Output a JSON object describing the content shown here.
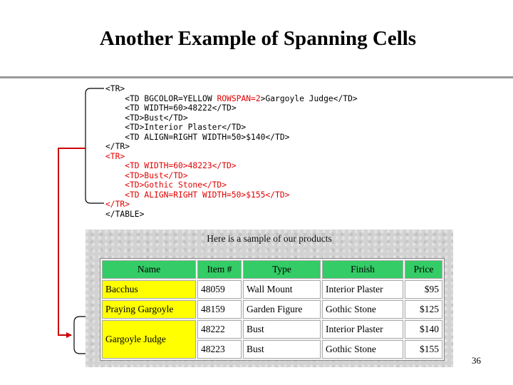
{
  "title": "Another Example of Spanning Cells",
  "code": {
    "l1": "<TR>",
    "l2_pre": "    <TD BGCOLOR=YELLOW ",
    "l2_red": "ROWSPAN=2",
    "l2_post": ">Gargoyle Judge</TD>",
    "l3": "    <TD WIDTH=60>48222</TD>",
    "l4": "    <TD>Bust</TD>",
    "l5": "    <TD>Interior Plaster</TD>",
    "l6": "    <TD ALIGN=RIGHT WIDTH=50>$140</TD>",
    "l7": "</TR>",
    "l8": "<TR>",
    "l9": "    <TD WIDTH=60>48223</TD>",
    "l10": "    <TD>Bust</TD>",
    "l11": "    <TD>Gothic Stone</TD>",
    "l12": "    <TD ALIGN=RIGHT WIDTH=50>$155</TD>",
    "l13": "</TR>",
    "l14": "</TABLE>"
  },
  "sample": {
    "caption": "Here is a sample of our products",
    "headers": {
      "name": "Name",
      "item": "Item #",
      "type": "Type",
      "finish": "Finish",
      "price": "Price"
    },
    "rows": [
      {
        "name": "Bacchus",
        "item": "48059",
        "type": "Wall Mount",
        "finish": "Interior Plaster",
        "price": "$95"
      },
      {
        "name": "Praying Gargoyle",
        "item": "48159",
        "type": "Garden Figure",
        "finish": "Gothic Stone",
        "price": "$125"
      },
      {
        "name": "Gargoyle Judge",
        "item": "48222",
        "type": "Bust",
        "finish": "Interior Plaster",
        "price": "$140"
      },
      {
        "item": "48223",
        "type": "Bust",
        "finish": "Gothic Stone",
        "price": "$155"
      }
    ]
  },
  "colors": {
    "header_green": "#33cc66",
    "highlight_yellow": "#ffff00",
    "arrow_red": "#cc0000"
  },
  "page_number": "36"
}
